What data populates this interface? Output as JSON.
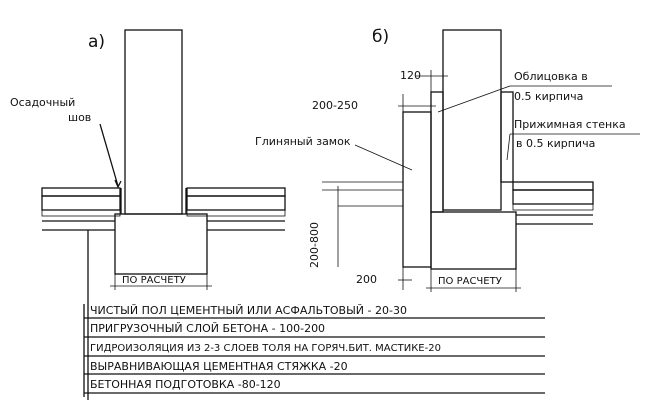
{
  "left": {
    "title": "а)",
    "joint_label_1": "Осадочный",
    "joint_label_2": "шов",
    "footing_label": "ПО РАСЧЕТУ"
  },
  "right": {
    "title": "б)",
    "dim_120": "120",
    "dim_200_250": "200-250",
    "dim_200_800": "200-800",
    "dim_200": "200",
    "facing_1": "Облицовка в",
    "facing_2": "0.5 кирпича",
    "clamp_1": "Прижимная стенка",
    "clamp_2": "в 0.5 кирпича",
    "clay_lock": "Глиняный замок",
    "footing_label": "ПО РАСЧЕТУ"
  },
  "layers": [
    "ЧИСТЫЙ ПОЛ ЦЕМЕНТНЫЙ ИЛИ АСФАЛЬТОВЫЙ - 20-30",
    "ПРИГРУЗОЧНЫЙ СЛОЙ БЕТОНА - 100-200",
    "ГИДРОИЗОЛЯЦИЯ ИЗ 2-3 СЛОЕВ ТОЛЯ НА ГОРЯЧ.БИТ. МАСТИКЕ-20",
    "ВЫРАВНИВАЮЩАЯ ЦЕМЕНТНАЯ СТЯЖКА -20",
    "БЕТОННАЯ ПОДГОТОВКА -80-120"
  ]
}
